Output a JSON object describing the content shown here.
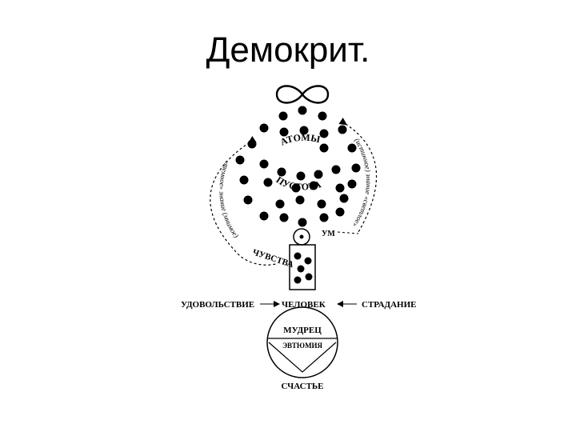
{
  "slide": {
    "title": "Демокрит."
  },
  "diagram": {
    "atoms_label": "АТОМЫ",
    "void_label": "ПУСТОТА",
    "mind_label": "УМ",
    "senses_label": "ЧУВСТВА",
    "right_arc_text": "(истинное) знание «светлое»",
    "left_arc_text": "«темное» знание (мнимое)",
    "pleasure_label": "УДОВОЛЬСТВИЕ",
    "man_label": "ЧЕЛОВЕК",
    "suffering_label": "СТРАДАНИЕ",
    "sage_label": "МУДРЕЦ",
    "euthymia_label": "ЭВТЮМИЯ",
    "happiness_label": "СЧАСТЬЕ",
    "infinity_symbol": "infinity-icon",
    "ink_color": "#000000"
  }
}
